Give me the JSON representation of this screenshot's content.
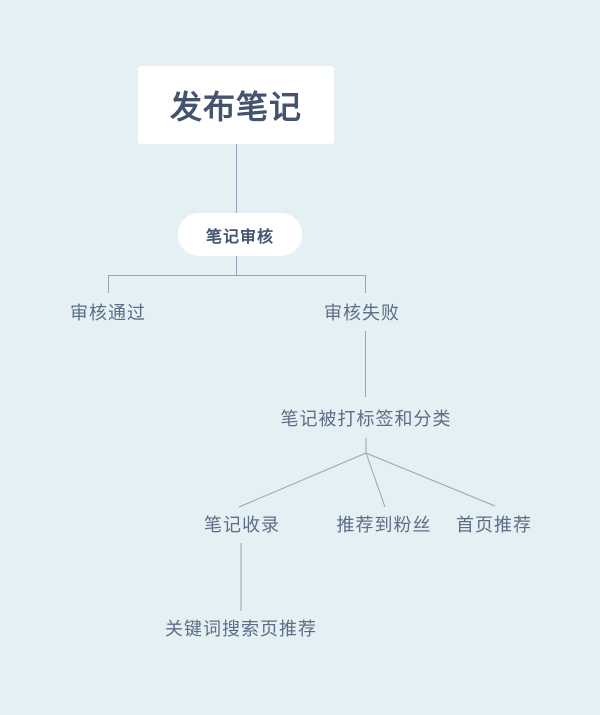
{
  "colors": {
    "background": "#e4f0f4",
    "node_background": "#ffffff",
    "title_text": "#44536e",
    "label_text": "#5b6d87",
    "connector_line": "#95a4b8"
  },
  "nodes": {
    "publish": {
      "label": "发布笔记"
    },
    "review": {
      "label": "笔记审核"
    },
    "pass": {
      "label": "审核通过"
    },
    "fail": {
      "label": "审核失败"
    },
    "tagged": {
      "label": "笔记被打标签和分类"
    },
    "collected": {
      "label": "笔记收录"
    },
    "fans": {
      "label": "推荐到粉丝"
    },
    "home": {
      "label": "首页推荐"
    },
    "keyword": {
      "label": "关键词搜索页推荐"
    }
  },
  "edges": [
    {
      "from": "发布笔记",
      "to": "笔记审核"
    },
    {
      "from": "笔记审核",
      "to": "审核通过"
    },
    {
      "from": "笔记审核",
      "to": "审核失败"
    },
    {
      "from": "审核失败",
      "to": "笔记被打标签和分类"
    },
    {
      "from": "笔记被打标签和分类",
      "to": "笔记收录"
    },
    {
      "from": "笔记被打标签和分类",
      "to": "推荐到粉丝"
    },
    {
      "from": "笔记被打标签和分类",
      "to": "首页推荐"
    },
    {
      "from": "笔记收录",
      "to": "关键词搜索页推荐"
    }
  ]
}
